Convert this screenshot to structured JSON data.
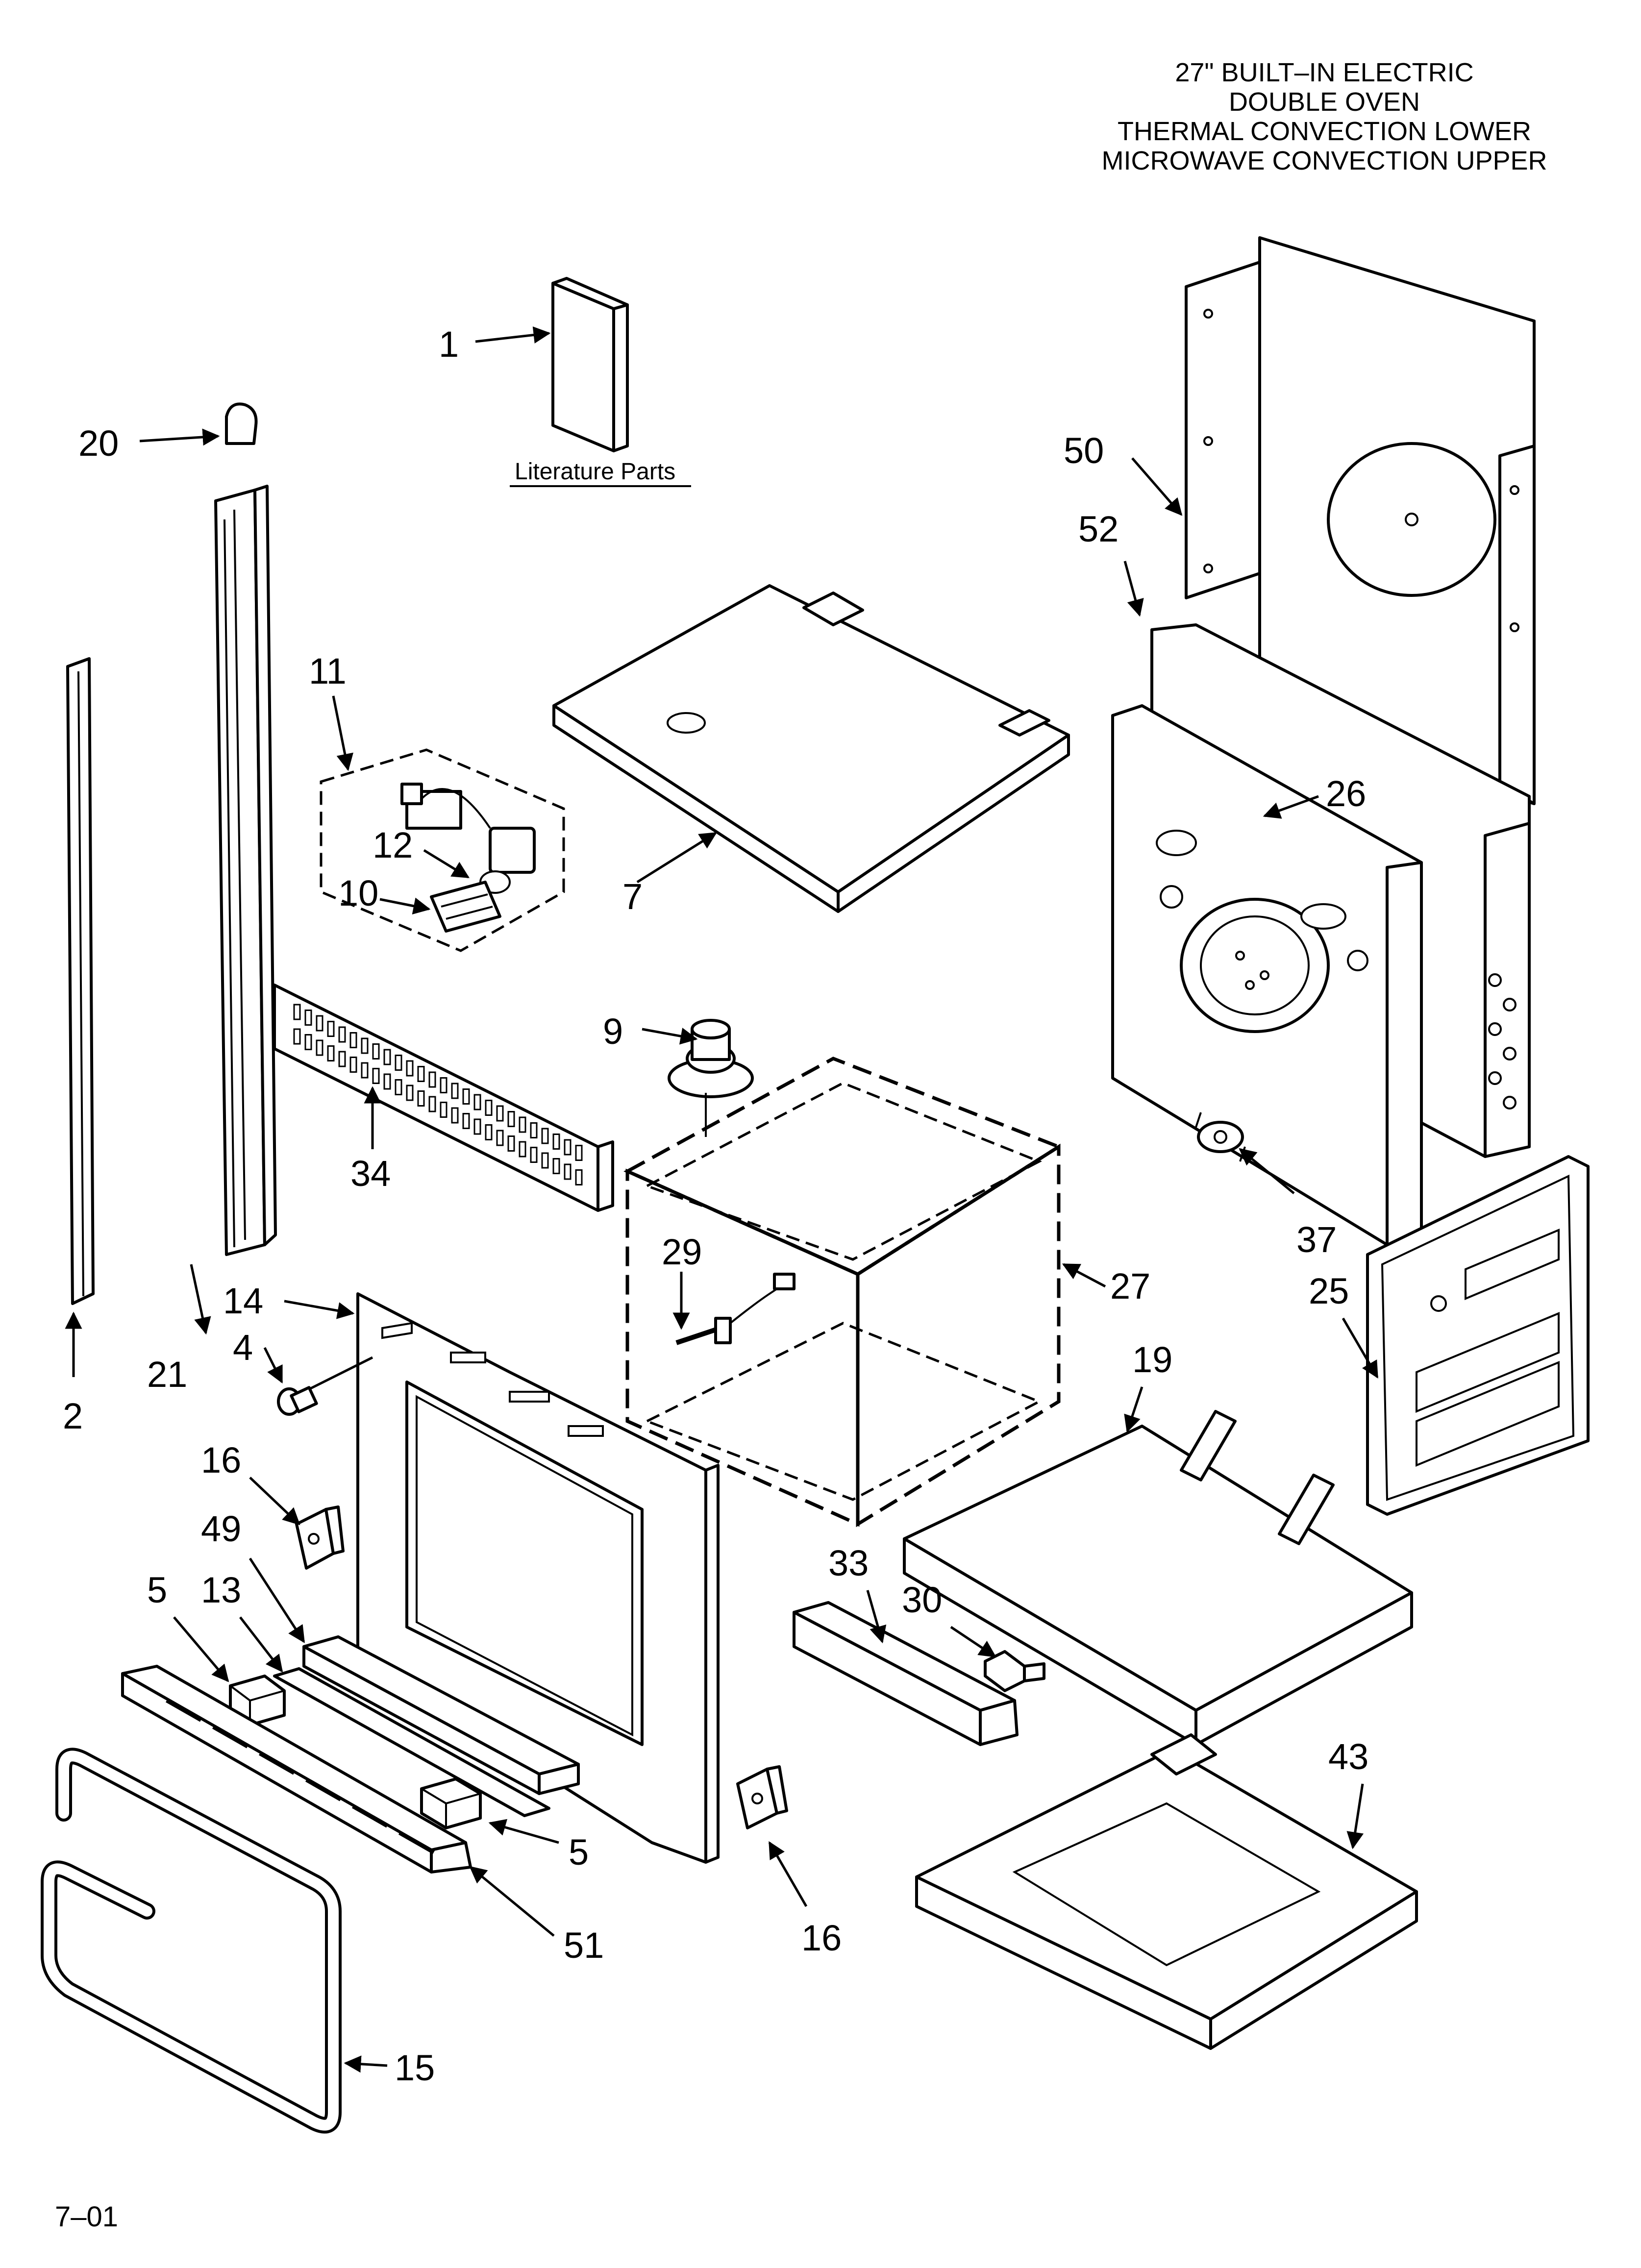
{
  "title": {
    "lines": [
      "27\" BUILT–IN ELECTRIC",
      "DOUBLE OVEN",
      "THERMAL CONVECTION LOWER",
      "MICROWAVE CONVECTION UPPER"
    ]
  },
  "literature_label": "Literature Parts",
  "footer_code": "7–01",
  "callouts": {
    "c1": "1",
    "c2": "2",
    "c4": "4",
    "c5a": "5",
    "c5b": "5",
    "c7": "7",
    "c9": "9",
    "c10": "10",
    "c11": "11",
    "c12": "12",
    "c13": "13",
    "c14": "14",
    "c15": "15",
    "c16a": "16",
    "c16b": "16",
    "c19": "19",
    "c20": "20",
    "c21": "21",
    "c25": "25",
    "c26": "26",
    "c27": "27",
    "c29": "29",
    "c30": "30",
    "c33": "33",
    "c34": "34",
    "c37": "37",
    "c43": "43",
    "c49": "49",
    "c50": "50",
    "c51": "51",
    "c52": "52"
  }
}
